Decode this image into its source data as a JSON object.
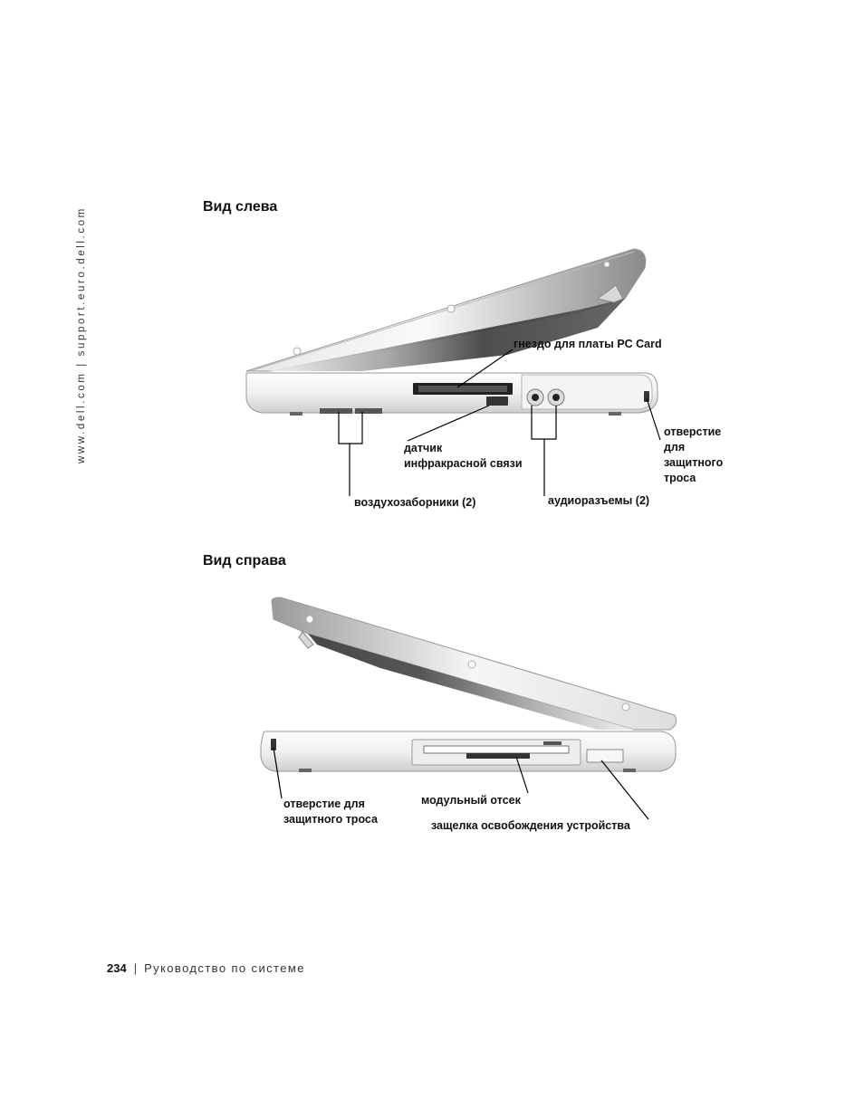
{
  "sidebar": {
    "url_text": "www.dell.com | support.euro.dell.com"
  },
  "left_view": {
    "heading": "Вид слева",
    "labels": {
      "pc_card": "гнездо для платы PC Card",
      "ir_sensor": [
        "датчик",
        "инфракрасной связи"
      ],
      "vents": "воздухозаборники (2)",
      "audio": "аудиоразъемы (2)",
      "security_slot": [
        "отверстие",
        "для",
        "защитного",
        "троса"
      ]
    }
  },
  "right_view": {
    "heading": "Вид справа",
    "labels": {
      "security_slot": [
        "отверстие для",
        "защитного троса"
      ],
      "module_bay": "модульный отсек",
      "release_latch": "защелка освобождения устройства"
    }
  },
  "footer": {
    "page_number": "234",
    "separator": "|",
    "title": "Руководство по системе"
  }
}
